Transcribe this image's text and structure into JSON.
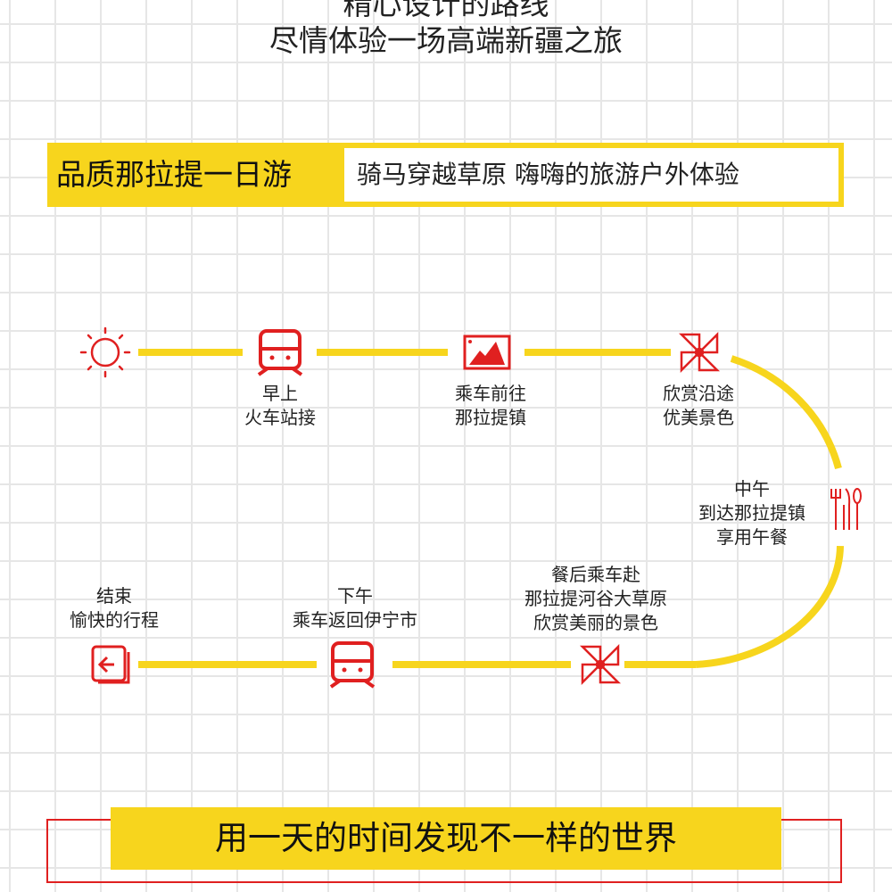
{
  "title": {
    "line1": "精心设计的路线",
    "line2": "尽情体验一场高端新疆之旅"
  },
  "header": {
    "name": "品质那拉提一日游",
    "slogan": "骑马穿越草原 嗨嗨的旅游户外体验"
  },
  "colors": {
    "accent_yellow": "#f7d51d",
    "icon_red": "#e02020"
  },
  "steps": [
    {
      "icon": "sun-icon",
      "lines": []
    },
    {
      "icon": "train-icon",
      "lines": [
        "早上",
        "火车站接"
      ]
    },
    {
      "icon": "picture-icon",
      "lines": [
        "乘车前往",
        "那拉提镇"
      ]
    },
    {
      "icon": "pinwheel-icon",
      "lines": [
        "欣赏沿途",
        "优美景色"
      ]
    },
    {
      "icon": "cutlery-icon",
      "lines": [
        "中午",
        "到达那拉提镇",
        "享用午餐"
      ]
    },
    {
      "icon": "pinwheel-icon",
      "lines": [
        "餐后乘车赴",
        "那拉提河谷大草原",
        "欣赏美丽的景色"
      ]
    },
    {
      "icon": "train-icon",
      "lines": [
        "下午",
        "乘车返回伊宁市"
      ]
    },
    {
      "icon": "back-document-icon",
      "lines": [
        "结束",
        "愉快的行程"
      ]
    }
  ],
  "footer": {
    "text": "用一天的时间发现不一样的世界"
  }
}
